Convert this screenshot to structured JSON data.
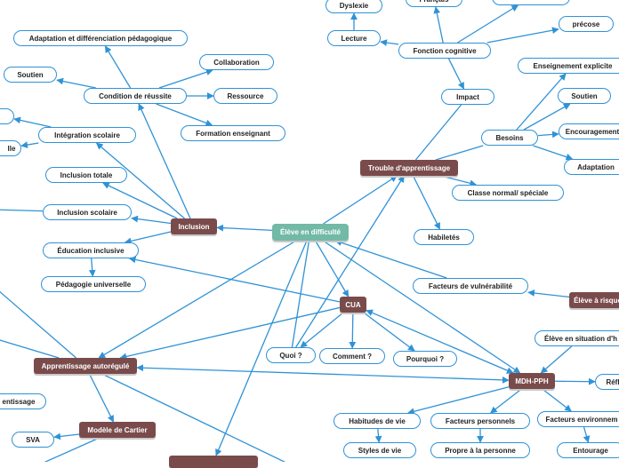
{
  "colors": {
    "line": "#2f92d6",
    "main_node": "#7a4b4b",
    "root_node": "#72b9a6"
  },
  "nodes": {
    "root": "Élève en difficulté",
    "inclusion": "Inclusion",
    "trouble": "Trouble d'apprentissage",
    "cua": "CUA",
    "mdh": "MDH-PPH",
    "autoregule": "Apprentissage autorégulé",
    "cartier": "Modèle de Cartier",
    "risque": "Élève à risque",
    "adaptation_diff": "Adaptation et différenciation pédagogique",
    "soutien_left": "Soutien",
    "condition": "Condition de réussite",
    "collaboration": "Collaboration",
    "ressource": "Ressource",
    "formation": "Formation enseignant",
    "integration": "Intégration scolaire",
    "incl_totale": "Inclusion totale",
    "incl_scolaire": "Inclusion scolaire",
    "educ_inclusive": "Éducation inclusive",
    "pedagogie": "Pédagogie universelle",
    "dyslexie": "Dyslexie",
    "francais": "Français",
    "lecture": "Lecture",
    "fonction": "Fonction cognitive",
    "precose": "précose",
    "impact": "Impact",
    "ens_explicite": "Enseignement explicite",
    "soutien_right": "Soutien",
    "besoins": "Besoins",
    "encouragement": "Encouragement",
    "adaptation": "Adaptation",
    "classe": "Classe normal/ spéciale",
    "habiletes": "Habiletés",
    "facteurs_vuln": "Facteurs de vulnérabilité",
    "quoi": "Quoi ?",
    "comment": "Comment ?",
    "pourquoi": "Pourquoi ?",
    "situation": "Élève en situation d'h",
    "refl": "Réfl",
    "habitudes": "Habitudes de vie",
    "fact_perso": "Facteurs personnels",
    "fact_env": "Facteurs environnem",
    "styles": "Styles de vie",
    "propre": "Propre à la personne",
    "entourage": "Entourage",
    "apprentissage_partial": "entissage",
    "sva": "SVA"
  }
}
